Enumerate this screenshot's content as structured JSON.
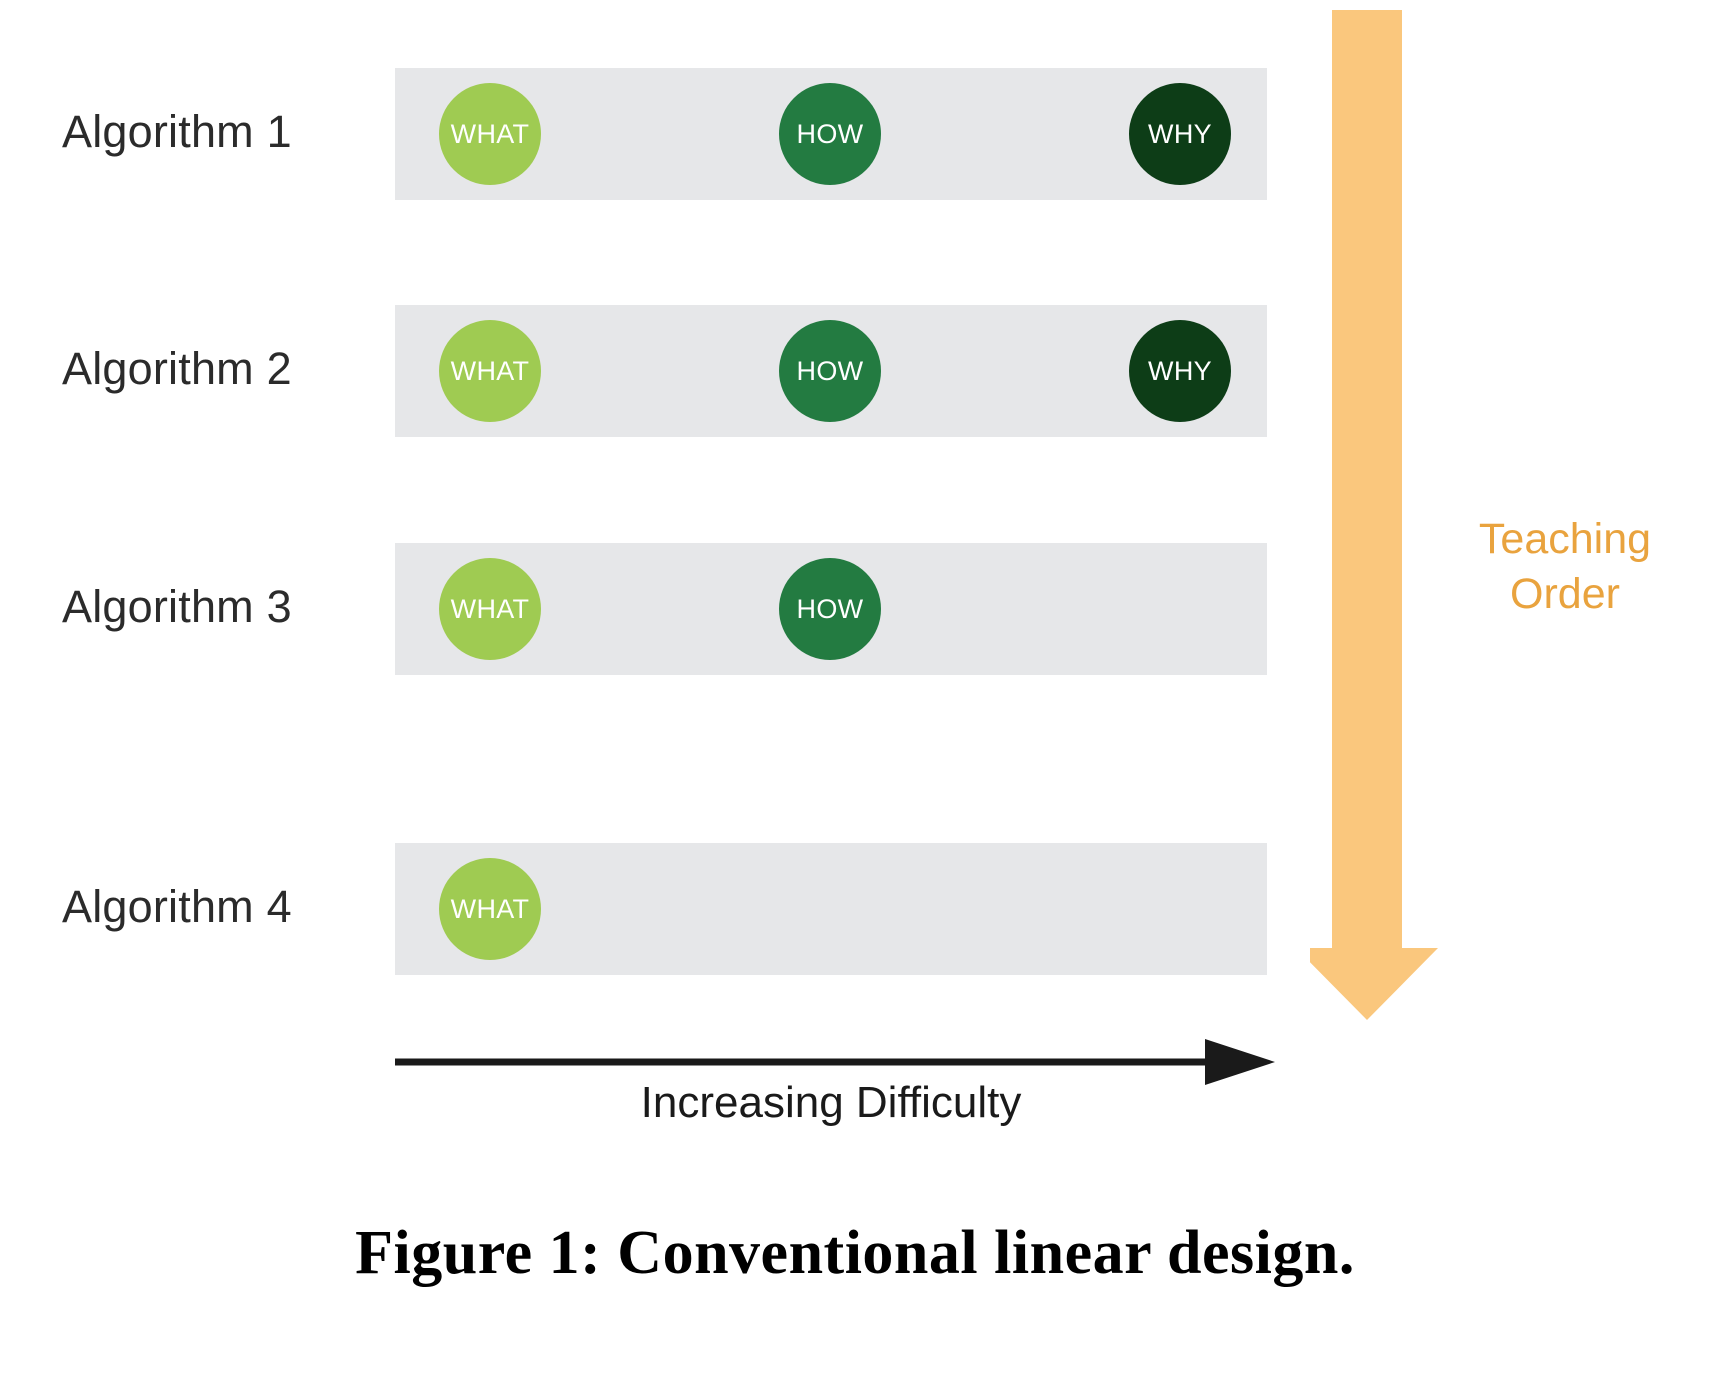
{
  "figure": {
    "caption": "Figure 1: Conventional linear design.",
    "band_color": "#e6e7e9",
    "background": "#ffffff"
  },
  "legend_colors": {
    "what": "#9fcb52",
    "how": "#237b41",
    "why": "#0d3d17",
    "teaching_arrow_fill": "#fac77d",
    "teaching_label_color": "#e9a33e",
    "difficulty_arrow_color": "#1a1a1a"
  },
  "rows": [
    {
      "label": "Algorithm 1",
      "concepts": [
        {
          "label": "WHAT",
          "level": "what"
        },
        {
          "label": "HOW",
          "level": "how"
        },
        {
          "label": "WHY",
          "level": "why"
        }
      ]
    },
    {
      "label": "Algorithm 2",
      "concepts": [
        {
          "label": "WHAT",
          "level": "what"
        },
        {
          "label": "HOW",
          "level": "how"
        },
        {
          "label": "WHY",
          "level": "why"
        }
      ]
    },
    {
      "label": "Algorithm 3",
      "concepts": [
        {
          "label": "WHAT",
          "level": "what"
        },
        {
          "label": "HOW",
          "level": "how"
        }
      ]
    },
    {
      "label": "Algorithm 4",
      "concepts": [
        {
          "label": "WHAT",
          "level": "what"
        }
      ]
    }
  ],
  "axes": {
    "horizontal": {
      "label": "Increasing Difficulty",
      "direction": "left-to-right"
    },
    "vertical": {
      "label": "Teaching\nOrder",
      "direction": "top-to-bottom"
    }
  },
  "chart_data": {
    "type": "diagram",
    "title": "Figure 1: Conventional linear design.",
    "xlabel": "Increasing Difficulty",
    "ylabel": "Teaching Order",
    "categories": [
      "Algorithm 1",
      "Algorithm 2",
      "Algorithm 3",
      "Algorithm 4"
    ],
    "depth_levels": [
      "WHAT",
      "HOW",
      "WHY"
    ],
    "series": [
      {
        "name": "Algorithm 1",
        "values": [
          "WHAT",
          "HOW",
          "WHY"
        ]
      },
      {
        "name": "Algorithm 2",
        "values": [
          "WHAT",
          "HOW",
          "WHY"
        ]
      },
      {
        "name": "Algorithm 3",
        "values": [
          "WHAT",
          "HOW"
        ]
      },
      {
        "name": "Algorithm 4",
        "values": [
          "WHAT"
        ]
      }
    ]
  }
}
